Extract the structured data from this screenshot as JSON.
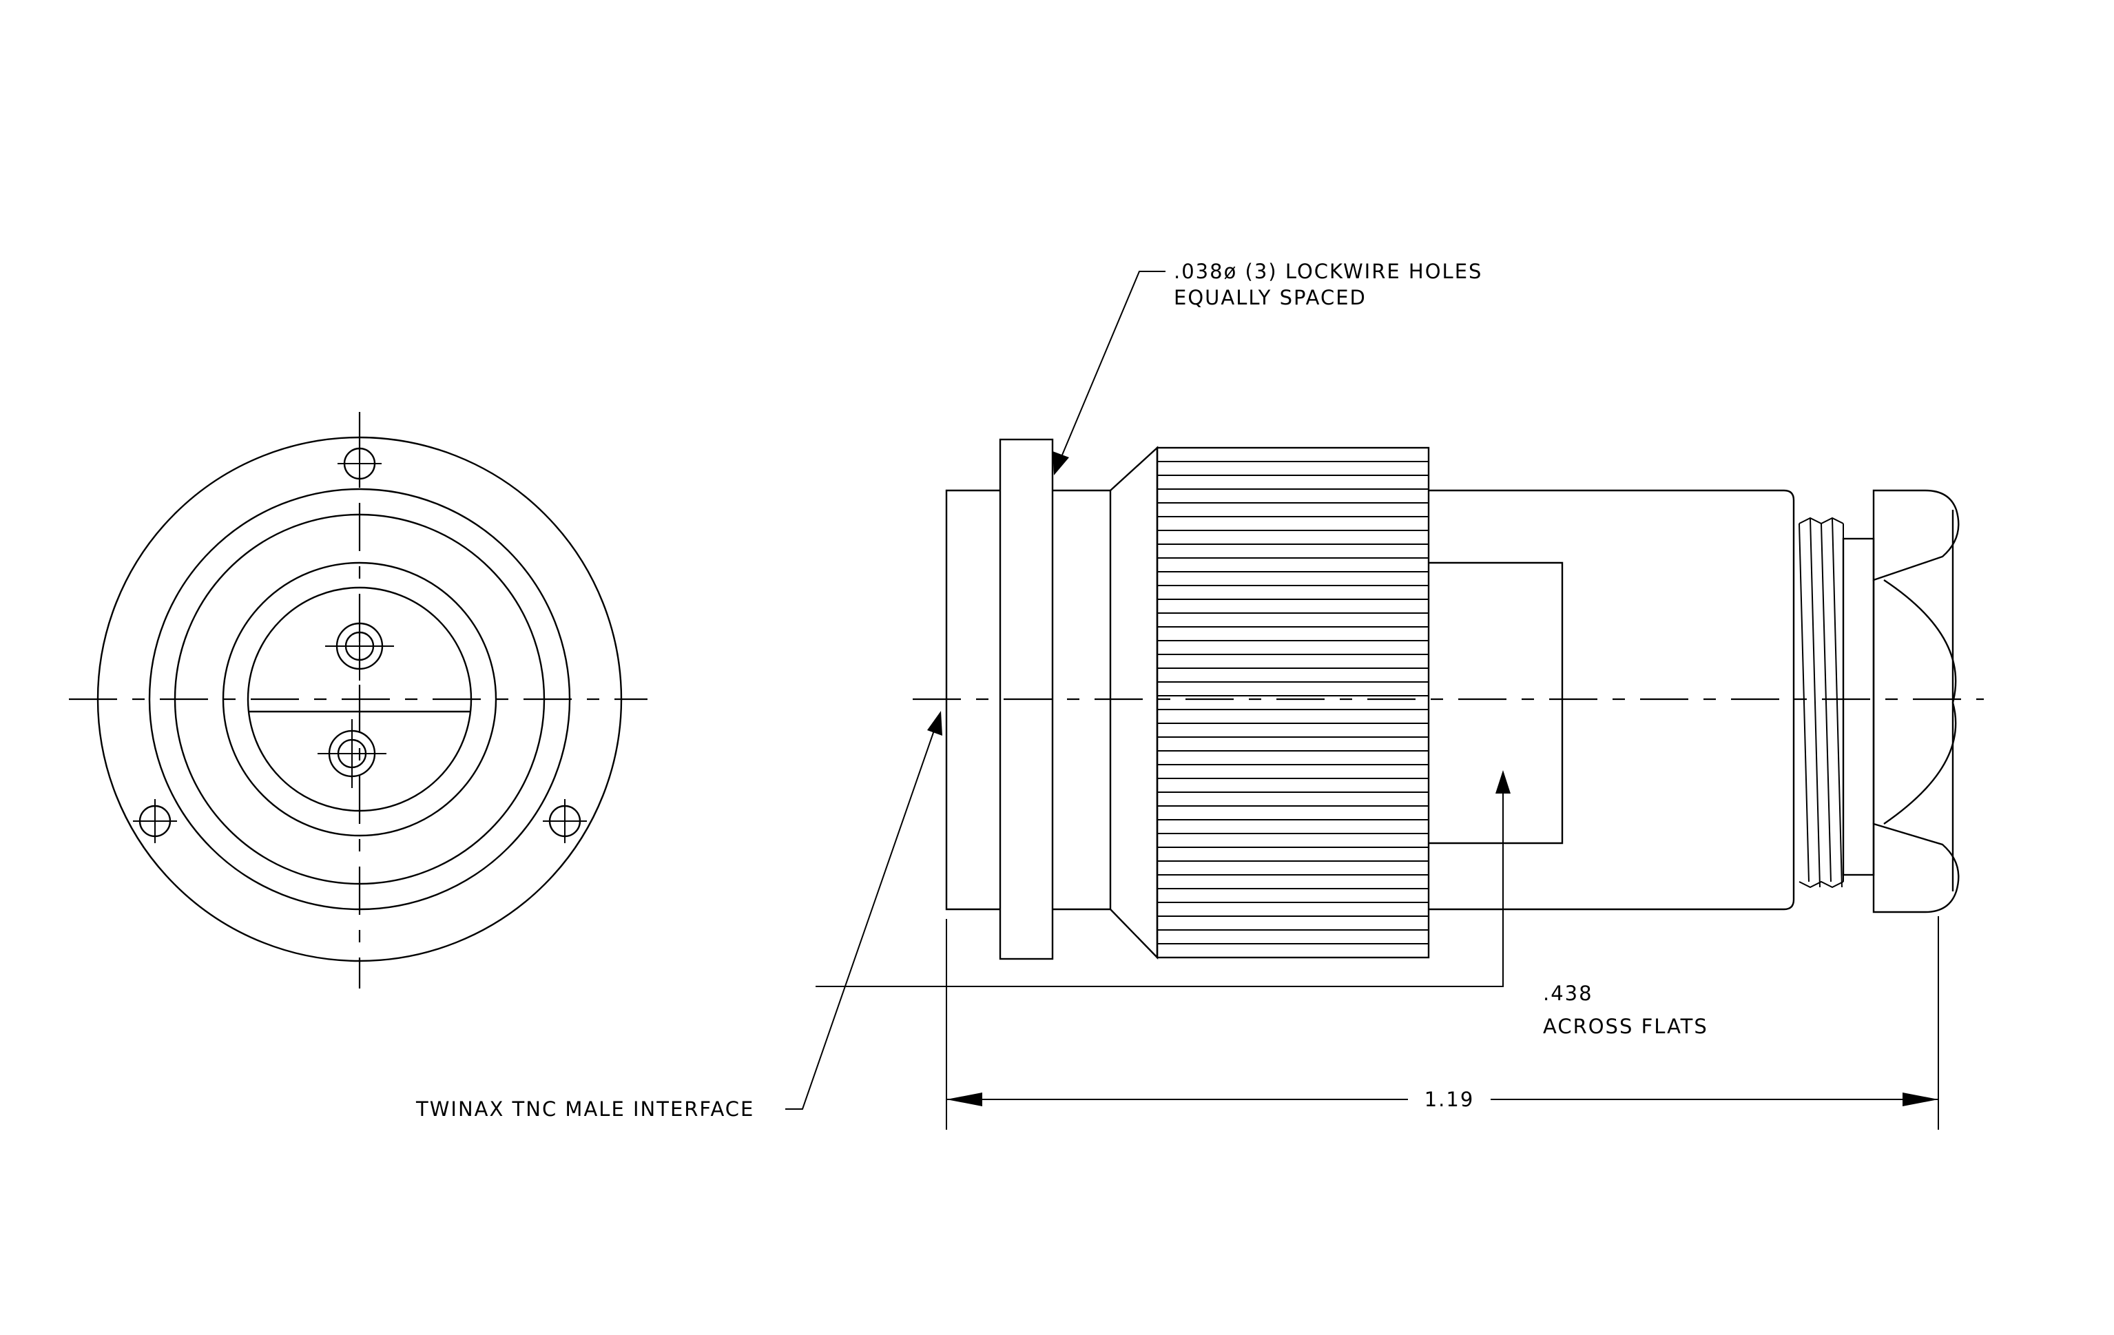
{
  "annotations": {
    "lockwire_line1": ".038ø (3) LOCKWIRE HOLES",
    "lockwire_line2": "EQUALLY SPACED",
    "flats_value": ".438",
    "flats_label": "ACROSS FLATS",
    "interface_label": "TWINAX TNC MALE INTERFACE",
    "overall_length": "1.19"
  }
}
